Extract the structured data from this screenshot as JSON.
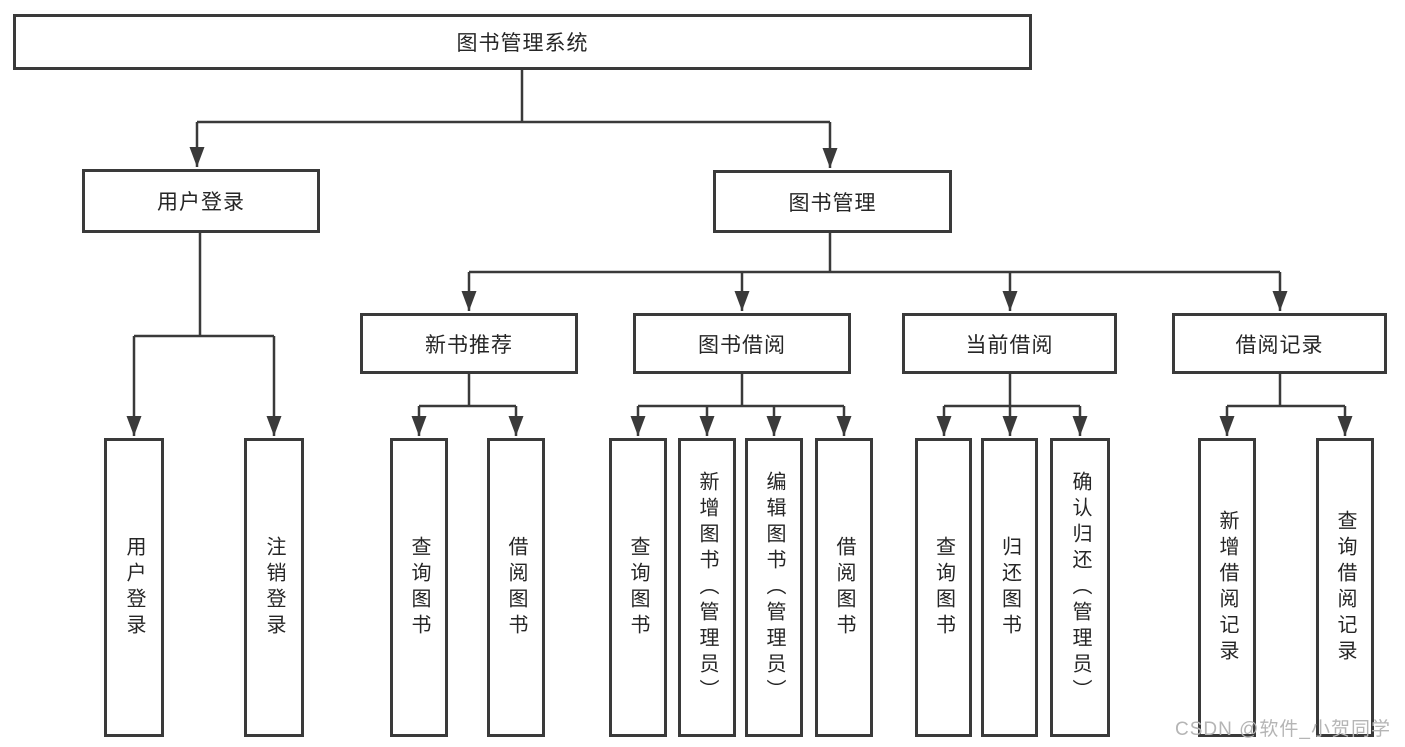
{
  "colors": {
    "line": "#3a3a3a",
    "text": "#262626",
    "background": "#ffffff",
    "watermark_text": "#b5b5b5"
  },
  "diagram": {
    "root": {
      "label": "图书管理系统"
    },
    "user_login": {
      "label": "用户登录",
      "children": [
        "用户登录",
        "注销登录"
      ]
    },
    "book_mgmt": {
      "label": "图书管理",
      "groups": [
        {
          "label": "新书推荐",
          "children": [
            "查询图书",
            "借阅图书"
          ]
        },
        {
          "label": "图书借阅",
          "children": [
            "查询图书",
            "新增图书（管理员）",
            "编辑图书（管理员）",
            "借阅图书"
          ]
        },
        {
          "label": "当前借阅",
          "children": [
            "查询图书",
            "归还图书",
            "确认归还（管理员）"
          ]
        },
        {
          "label": "借阅记录",
          "children": [
            "新增借阅记录",
            "查询借阅记录"
          ]
        }
      ]
    }
  },
  "watermark": {
    "text": "CSDN @软件_小贺同学"
  }
}
